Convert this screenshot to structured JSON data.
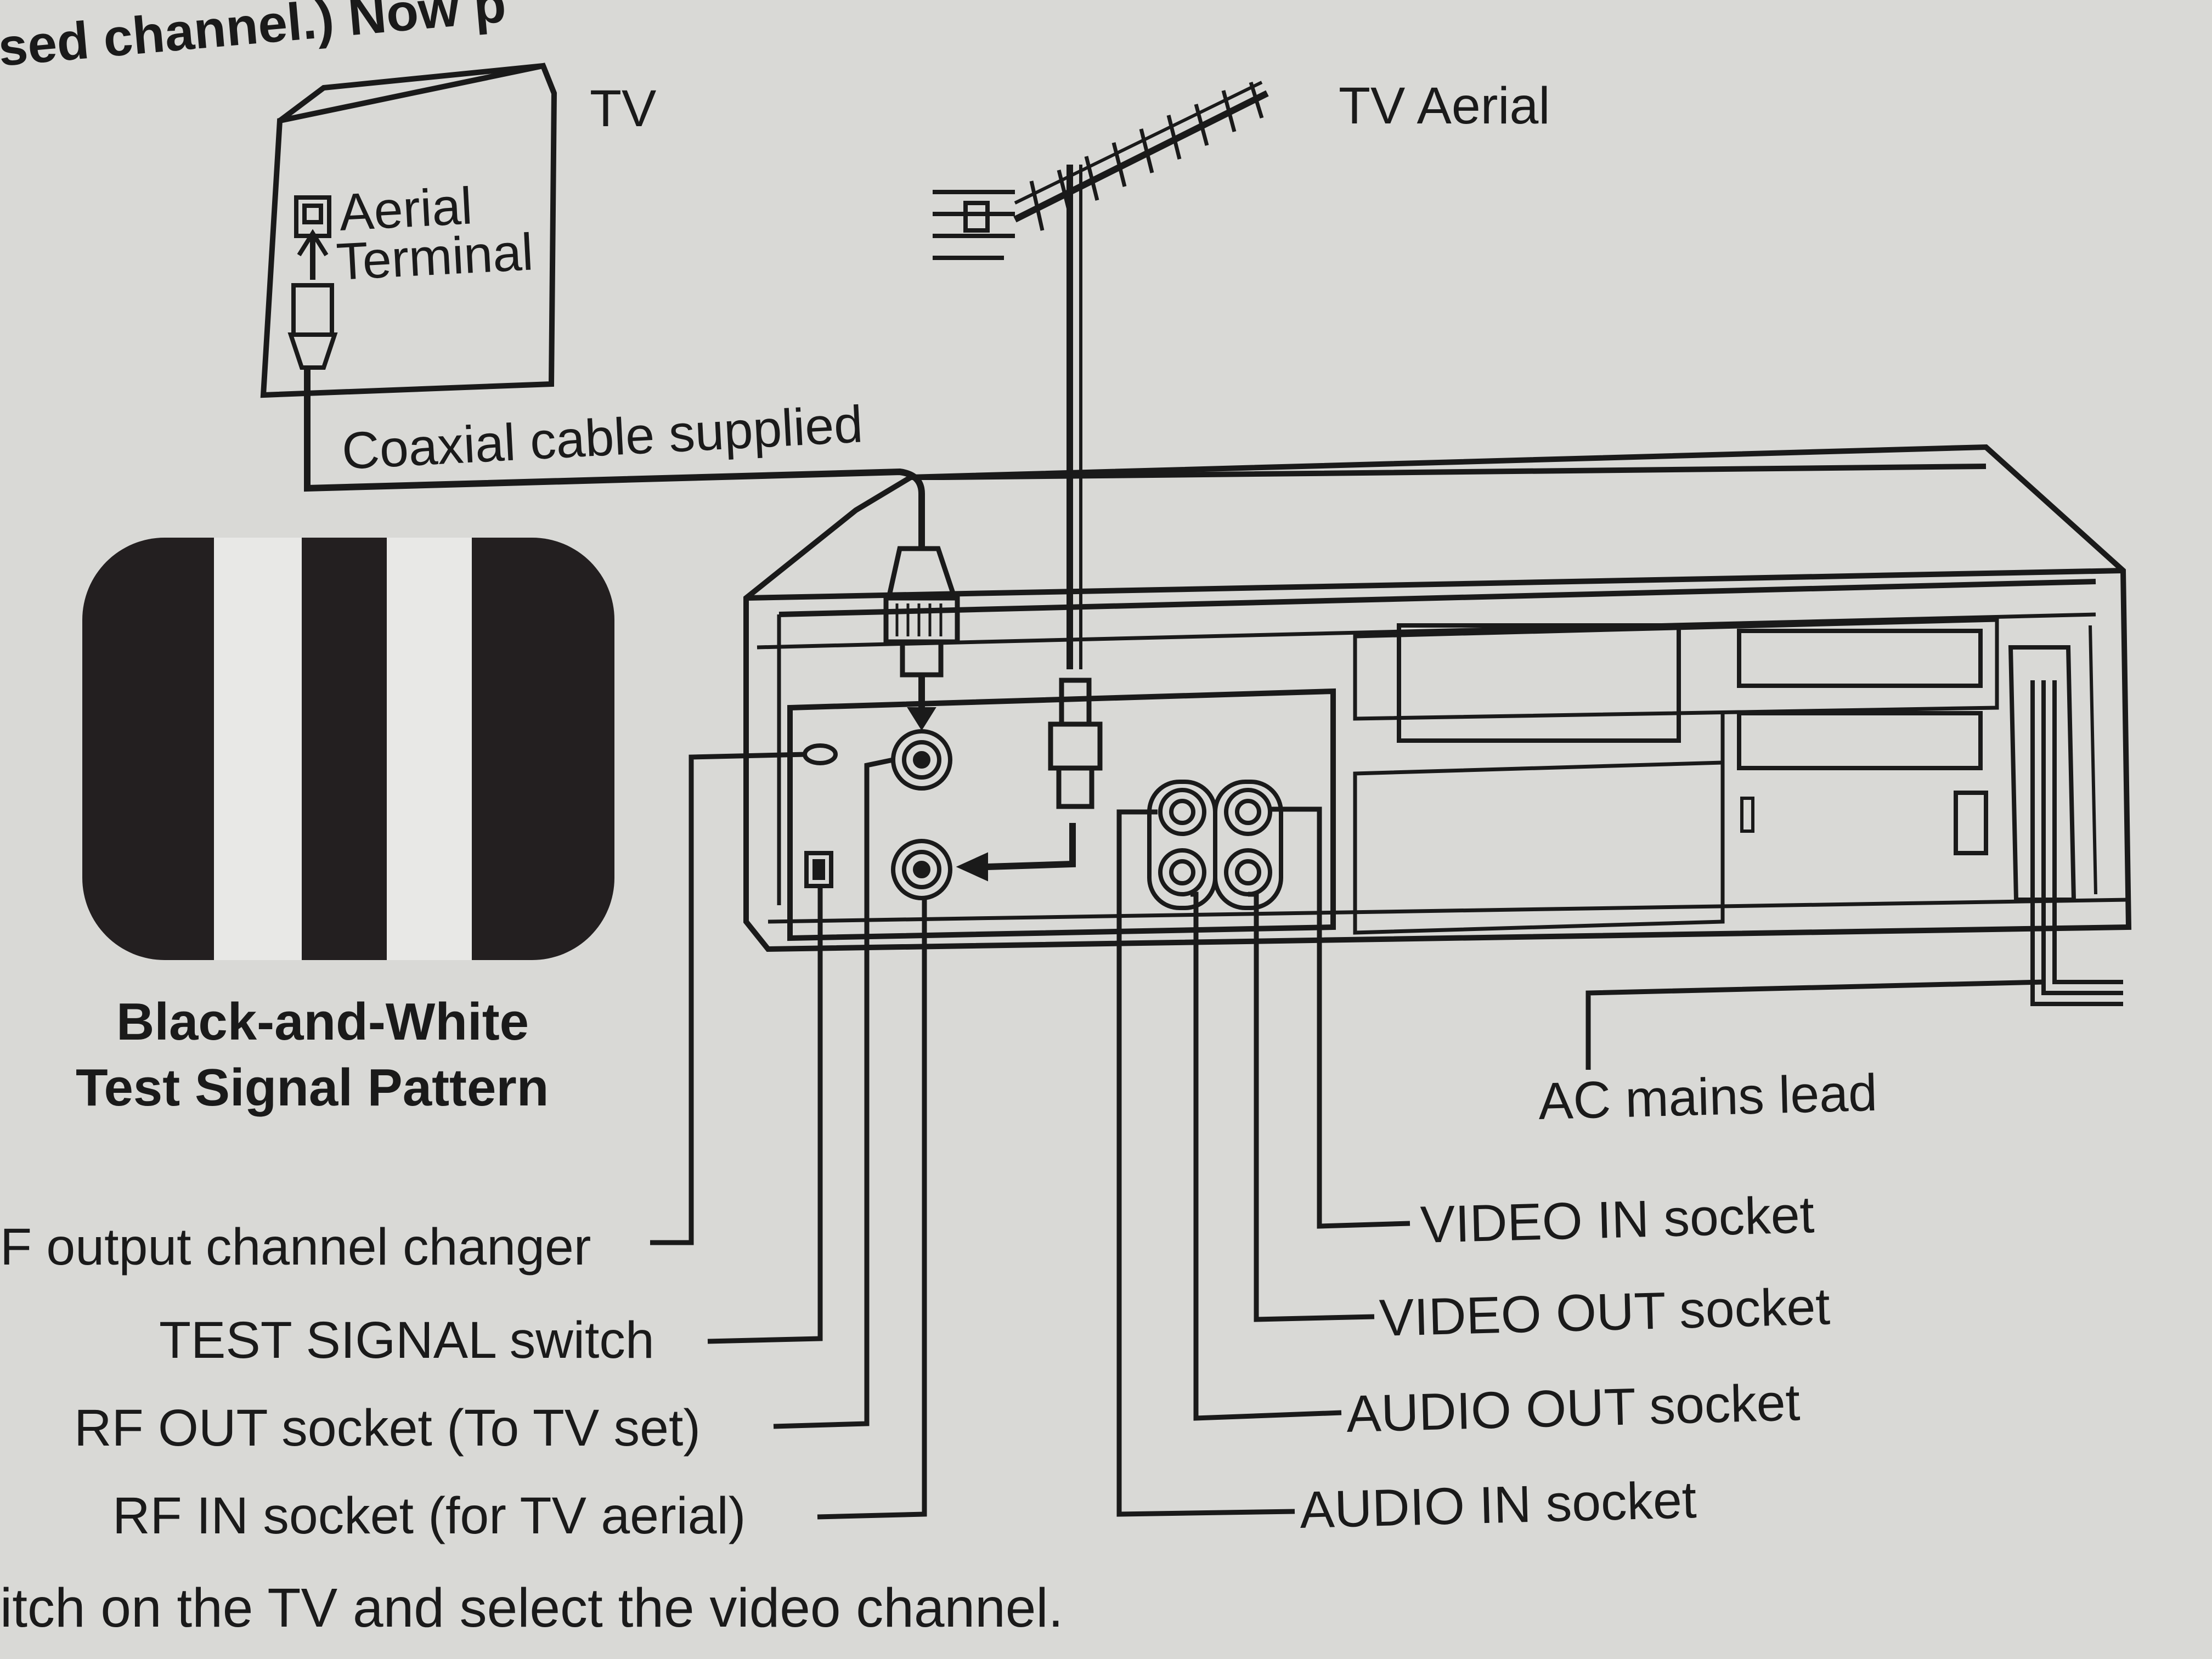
{
  "page_text": {
    "top_fragment": "sed channel.) Now p",
    "bottom_fragment": "itch on the TV and select the video channel."
  },
  "diagram": {
    "tv_label": "TV",
    "aerial_terminal_line1": "Aerial",
    "aerial_terminal_line2": "Terminal",
    "tv_aerial_label": "TV Aerial",
    "coax_label": "Coaxial cable supplied",
    "test_pattern_line1": "Black-and-White",
    "test_pattern_line2": "Test Signal Pattern",
    "ac_mains_label": "AC mains lead",
    "callouts_left": [
      "F output channel changer",
      "TEST SIGNAL switch",
      "RF OUT socket (To TV set)",
      "RF IN socket (for TV aerial)"
    ],
    "callouts_right": [
      "VIDEO IN socket",
      "VIDEO OUT socket",
      "AUDIO OUT socket",
      "AUDIO IN socket"
    ]
  },
  "colors": {
    "paper": "#d9d9d6",
    "ink": "#1a1a1a",
    "screen_dark": "#231f20",
    "stripe_light": "#e8e8e6"
  }
}
